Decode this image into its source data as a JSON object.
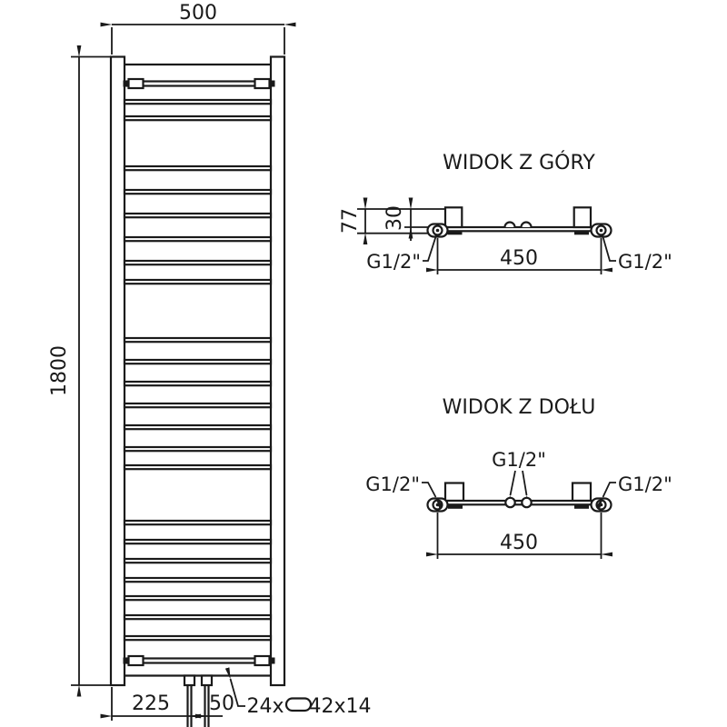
{
  "drawing": {
    "front_view": {
      "width_label": "500",
      "height_label": "1800",
      "bottom_offset_label": "225",
      "pipe_spacing_label": "50",
      "tube_count_label": "24x",
      "tube_profile_label": "42x14",
      "rung_tube_tops": [
        110,
        128,
        183,
        209,
        235,
        261,
        287,
        308,
        372,
        396,
        420,
        444,
        468,
        492,
        512,
        573,
        594,
        615,
        636,
        656,
        677,
        700
      ],
      "bracket_rung_tops": [
        87,
        722
      ]
    },
    "top_view": {
      "title": "WIDOK Z GÓRY",
      "depth_label": "77",
      "inset_label": "30",
      "span_label": "450",
      "left_conn_label": "G1/2\"",
      "right_conn_label": "G1/2\""
    },
    "bottom_view": {
      "title": "WIDOK Z DOŁU",
      "span_label": "450",
      "left_conn_label": "G1/2\"",
      "center_conn_label": "G1/2\"",
      "right_conn_label": "G1/2\""
    },
    "colors": {
      "line": "#1a1a1a",
      "background": "#ffffff"
    }
  }
}
